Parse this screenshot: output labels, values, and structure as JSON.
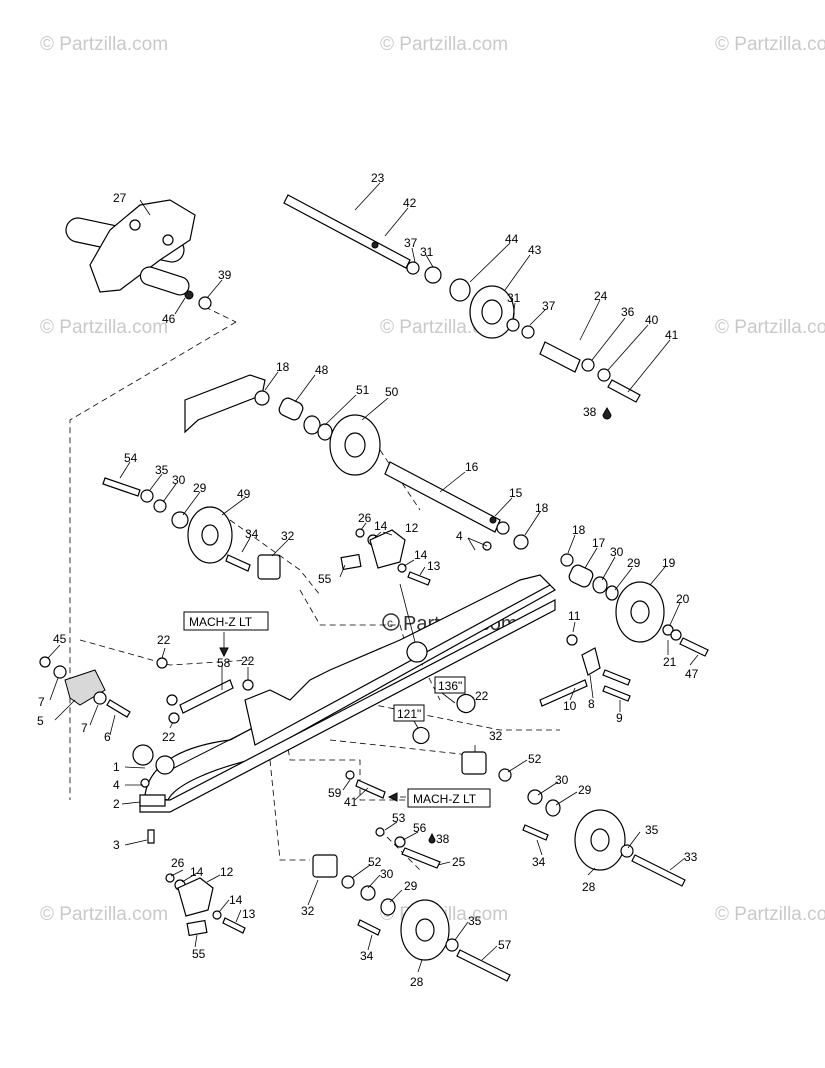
{
  "watermark": {
    "text": "© Partzilla.com",
    "center_text": "Partzilla.com"
  },
  "callouts": {
    "mach_z_lt": "MACH-Z LT",
    "len_136": "136\"",
    "len_121": "121\""
  },
  "part_numbers": [
    "1",
    "2",
    "3",
    "4",
    "5",
    "6",
    "7",
    "8",
    "9",
    "10",
    "11",
    "12",
    "13",
    "14",
    "15",
    "16",
    "17",
    "18",
    "19",
    "20",
    "21",
    "22",
    "23",
    "24",
    "25",
    "26",
    "27",
    "28",
    "29",
    "30",
    "31",
    "32",
    "33",
    "34",
    "35",
    "36",
    "37",
    "38",
    "39",
    "40",
    "41",
    "42",
    "43",
    "44",
    "45",
    "46",
    "47",
    "48",
    "49",
    "50",
    "51",
    "52",
    "53",
    "54",
    "55",
    "56",
    "57",
    "58",
    "59"
  ]
}
